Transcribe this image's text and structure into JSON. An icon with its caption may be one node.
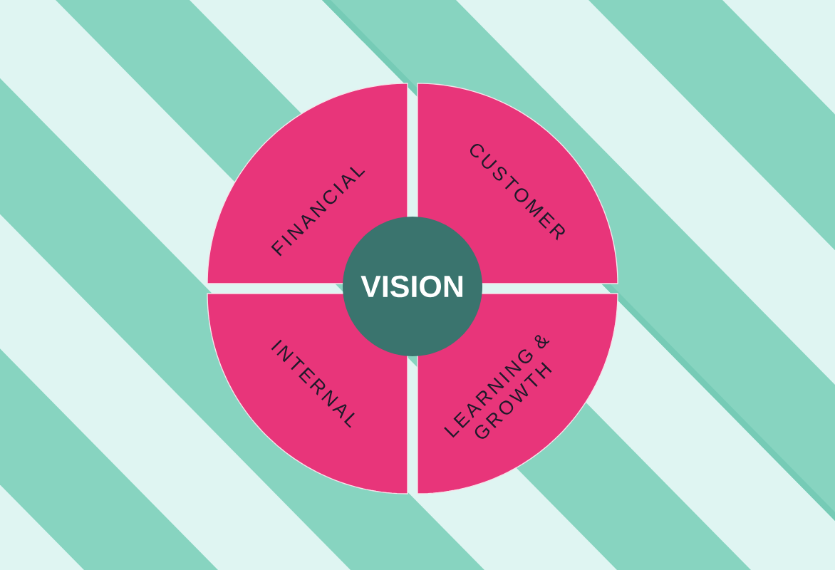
{
  "diagram": {
    "nodes": [
      {
        "text": [
          "FINANCIAL"
        ]
      },
      {
        "text": [
          "CUSTOMER"
        ]
      },
      {
        "text": [
          "VISION"
        ]
      },
      {
        "text": [
          "INTERNAL"
        ]
      },
      {
        "text": [
          "LEARNING & GROWTH"
        ]
      }
    ]
  }
}
